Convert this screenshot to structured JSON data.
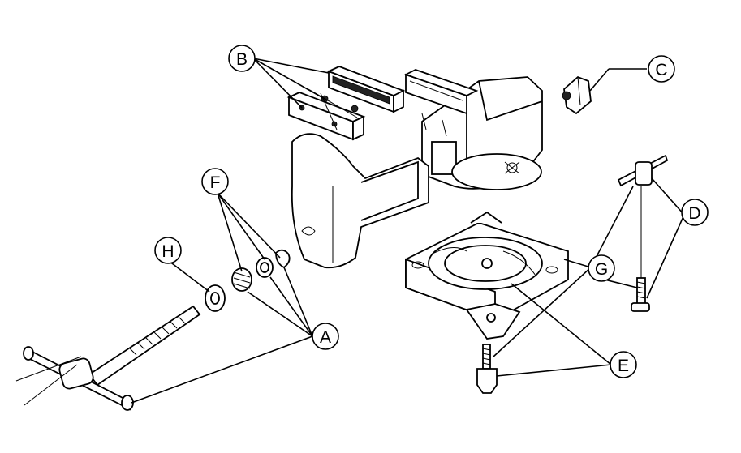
{
  "callouts": {
    "A": "A",
    "B": "B",
    "C": "C",
    "D": "D",
    "E": "E",
    "F": "F",
    "G": "G",
    "H": "H"
  }
}
